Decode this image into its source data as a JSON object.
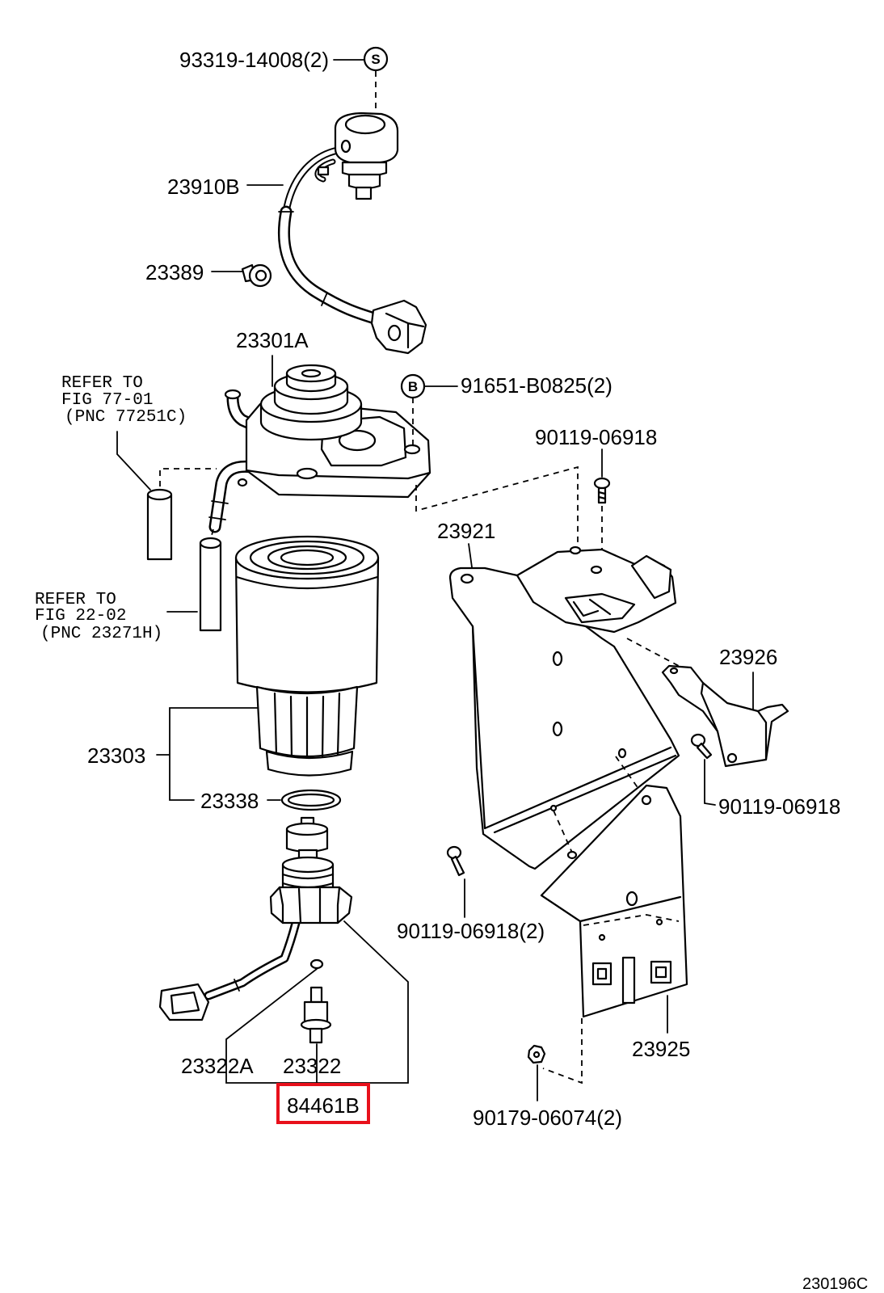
{
  "callouts": {
    "top_screw": "93319-14008(2)",
    "top_screw_mark": "S",
    "sensor": "23910B",
    "clamp": "23389",
    "head": "23301A",
    "head_bolt_mark": "B",
    "head_bolt": "91651-B0825(2)",
    "bolt_top": "90119-06918",
    "bracket_main": "23921",
    "bracket_small": "23926",
    "element": "23303",
    "gasket": "23338",
    "bolt_right": "90119-06918",
    "bolt_left": "90119-06918(2)",
    "oring": "23322A",
    "switch": "23322",
    "drain_assembly": "84461B",
    "bracket_plate": "23925",
    "nut": "90179-06074(2)"
  },
  "refer_upper": {
    "line1": "REFER TO",
    "line2": "FIG 77-01",
    "line3": "(PNC 77251C)"
  },
  "refer_lower": {
    "line1": "REFER TO",
    "line2": "FIG 22-02",
    "line3": "(PNC 23271H)"
  },
  "figure_code": "230196C",
  "colors": {
    "ink": "#000000",
    "background": "#ffffff",
    "highlight": "#e8101b"
  }
}
